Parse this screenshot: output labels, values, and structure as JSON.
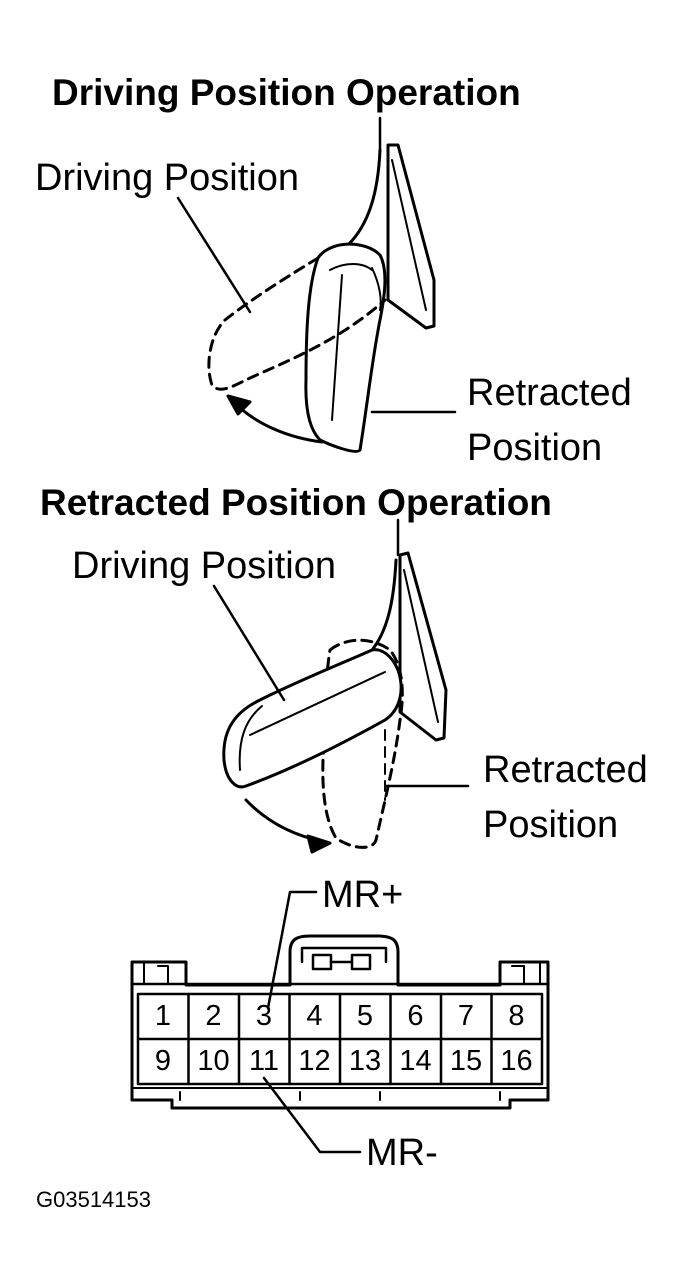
{
  "sections": [
    {
      "heading": "Driving Position Operation",
      "driving_label": "Driving Position",
      "retracted_label_line1": "Retracted",
      "retracted_label_line2": "Position"
    },
    {
      "heading": "Retracted Position Operation",
      "driving_label": "Driving Position",
      "retracted_label_line1": "Retracted",
      "retracted_label_line2": "Position"
    }
  ],
  "connector": {
    "pins_top": [
      "1",
      "2",
      "3",
      "4",
      "5",
      "6",
      "7",
      "8"
    ],
    "pins_bottom": [
      "9",
      "10",
      "11",
      "12",
      "13",
      "14",
      "15",
      "16"
    ],
    "terminal_plus": "MR+",
    "terminal_minus": "MR-"
  },
  "figure_code": "G03514153"
}
